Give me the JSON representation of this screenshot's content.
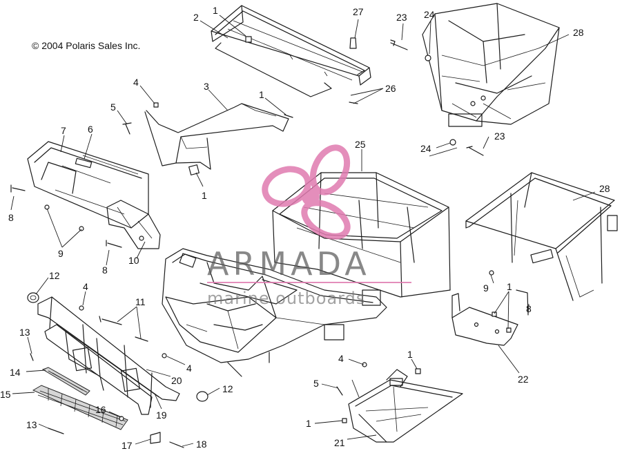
{
  "copyright": "© 2004 Polaris Sales Inc.",
  "watermark": {
    "title": "ARMADA",
    "subtitle": "marine outboards",
    "logo_color": "#e07bb0"
  },
  "callouts": [
    {
      "id": "c-1a",
      "text": "1"
    },
    {
      "id": "c-2",
      "text": "2"
    },
    {
      "id": "c-27",
      "text": "27"
    },
    {
      "id": "c-23a",
      "text": "23"
    },
    {
      "id": "c-24a",
      "text": "24"
    },
    {
      "id": "c-28a",
      "text": "28"
    },
    {
      "id": "c-26",
      "text": "26"
    },
    {
      "id": "c-4a",
      "text": "4"
    },
    {
      "id": "c-3",
      "text": "3"
    },
    {
      "id": "c-1b",
      "text": "1"
    },
    {
      "id": "c-5a",
      "text": "5"
    },
    {
      "id": "c-7",
      "text": "7"
    },
    {
      "id": "c-6",
      "text": "6"
    },
    {
      "id": "c-1c",
      "text": "1"
    },
    {
      "id": "c-8a",
      "text": "8"
    },
    {
      "id": "c-9a",
      "text": "9"
    },
    {
      "id": "c-8b",
      "text": "8"
    },
    {
      "id": "c-10",
      "text": "10"
    },
    {
      "id": "c-25",
      "text": "25"
    },
    {
      "id": "c-24b",
      "text": "24"
    },
    {
      "id": "c-23b",
      "text": "23"
    },
    {
      "id": "c-28b",
      "text": "28"
    },
    {
      "id": "c-12a",
      "text": "12"
    },
    {
      "id": "c-4b",
      "text": "4"
    },
    {
      "id": "c-11",
      "text": "11"
    },
    {
      "id": "c-9b",
      "text": "9"
    },
    {
      "id": "c-1d",
      "text": "1"
    },
    {
      "id": "c-8c",
      "text": "8"
    },
    {
      "id": "c-13a",
      "text": "13"
    },
    {
      "id": "c-14",
      "text": "14"
    },
    {
      "id": "c-15",
      "text": "15"
    },
    {
      "id": "c-4c",
      "text": "4"
    },
    {
      "id": "c-20",
      "text": "20"
    },
    {
      "id": "c-22",
      "text": "22"
    },
    {
      "id": "c-4d",
      "text": "4"
    },
    {
      "id": "c-1e",
      "text": "1"
    },
    {
      "id": "c-12b",
      "text": "12"
    },
    {
      "id": "c-5b",
      "text": "5"
    },
    {
      "id": "c-16",
      "text": "16"
    },
    {
      "id": "c-19",
      "text": "19"
    },
    {
      "id": "c-13b",
      "text": "13"
    },
    {
      "id": "c-1f",
      "text": "1"
    },
    {
      "id": "c-17",
      "text": "17"
    },
    {
      "id": "c-18",
      "text": "18"
    },
    {
      "id": "c-21",
      "text": "21"
    }
  ]
}
